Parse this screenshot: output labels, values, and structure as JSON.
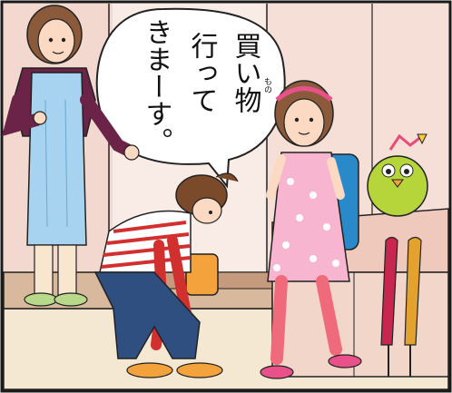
{
  "speech_bubble": {
    "lines": [
      "買い物",
      "行って",
      "きまーす。"
    ],
    "ruby": "もの"
  },
  "colors": {
    "wall": "#f7e3dc",
    "floor": "#f4e8d2",
    "step": "#caa58a",
    "outline": "#222222",
    "frame_border": "#1a1a1a"
  },
  "characters": [
    "mother-figure",
    "crouching-girl-figure",
    "girl-with-backpack-figure"
  ],
  "props": [
    "orange-bag-icon",
    "green-bird-plush-icon",
    "umbrella-stand-icon"
  ]
}
